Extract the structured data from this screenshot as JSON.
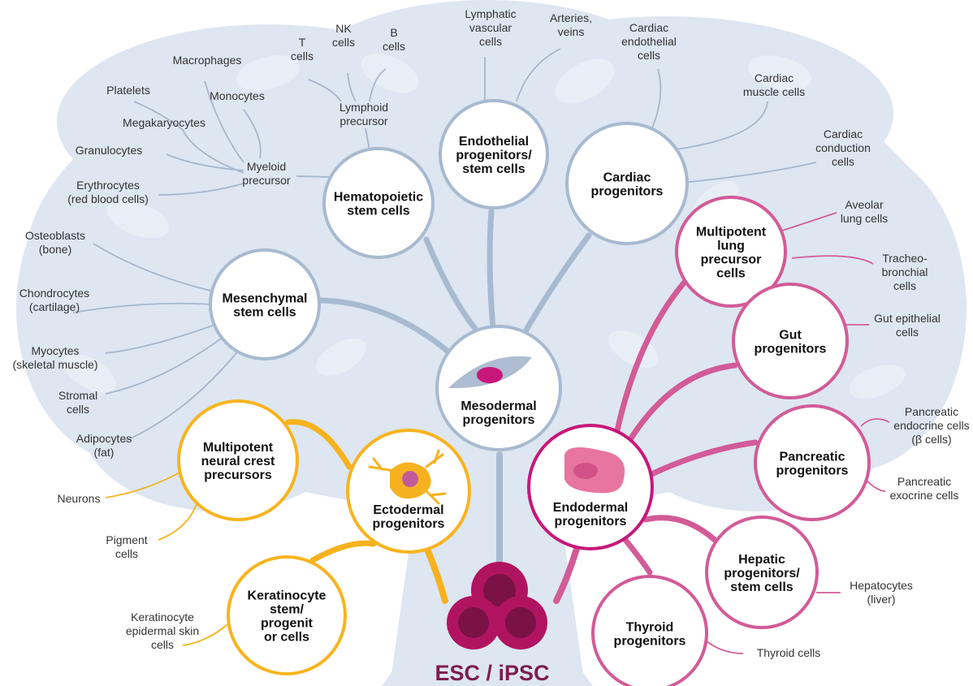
{
  "colors": {
    "background_tree": "#dde6f1",
    "tree_leaves": "#e9eff6",
    "mesoderm": "#a8bad0",
    "mesoderm_line": "#9fb3c9",
    "endoderm": "#d25b98",
    "endoderm_main": "#c8177a",
    "ectoderm": "#f7b41f",
    "esc": "#b01461",
    "esc_dark": "#7a1246",
    "root_label": "#7d1c4e"
  },
  "root": {
    "label": "ESC / iPSC"
  },
  "nodes": {
    "mesodermal": [
      "Mesodermal",
      "progenitors"
    ],
    "endodermal": [
      "Endodermal",
      "progenitors"
    ],
    "ectodermal": [
      "Ectodermal",
      "progenitors"
    ],
    "hematopoietic": [
      "Hematopoietic",
      "stem cells"
    ],
    "endothelial": [
      "Endothelial",
      "progenitors/",
      "stem cells"
    ],
    "cardiac": [
      "Cardiac",
      "progenitors"
    ],
    "mesenchymal": [
      "Mesenchymal",
      "stem cells"
    ],
    "lung": [
      "Multipotent",
      "lung",
      "precursor",
      "cells"
    ],
    "gut": [
      "Gut",
      "progenitors"
    ],
    "pancreatic": [
      "Pancreatic",
      "progenitors"
    ],
    "hepatic": [
      "Hepatic",
      "progenitors/",
      "stem cells"
    ],
    "thyroid": [
      "Thyroid",
      "progenitors"
    ],
    "neural_crest": [
      "Multipotent",
      "neural crest",
      "precursors"
    ],
    "keratinocyte": [
      "Keratinocyte",
      "stem/",
      "progenit",
      "or cells"
    ]
  },
  "intermediates": {
    "lymphoid": [
      "Lymphoid",
      "precursor"
    ],
    "myeloid": [
      "Myeloid",
      "precursor"
    ]
  },
  "leaves": {
    "t_cells": [
      "T",
      "cells"
    ],
    "nk_cells": [
      "NK",
      "cells"
    ],
    "b_cells": [
      "B",
      "cells"
    ],
    "macrophages": [
      "Macrophages"
    ],
    "monocytes": [
      "Monocytes"
    ],
    "platelets": [
      "Platelets"
    ],
    "megakaryocytes": [
      "Megakaryocytes"
    ],
    "granulocytes": [
      "Granulocytes"
    ],
    "erythrocytes": [
      "Erythrocytes",
      "(red blood cells)"
    ],
    "lymphatic": [
      "Lymphatic",
      "vascular",
      "cells"
    ],
    "arteries": [
      "Arteries,",
      "veins"
    ],
    "cardiac_endothelial": [
      "Cardiac",
      "endothelial",
      "cells"
    ],
    "cardiac_muscle": [
      "Cardiac",
      "muscle cells"
    ],
    "cardiac_conduction": [
      "Cardiac",
      "conduction",
      "cells"
    ],
    "osteoblasts": [
      "Osteoblasts",
      "(bone)"
    ],
    "chondrocytes": [
      "Chondrocytes",
      "(cartilage)"
    ],
    "myocytes": [
      "Myocytes",
      "(skeletal muscle)"
    ],
    "stromal": [
      "Stromal",
      "cells"
    ],
    "adipocytes": [
      "Adipocytes",
      "(fat)"
    ],
    "aveolar": [
      "Aveolar",
      "lung cells"
    ],
    "tracheo": [
      "Tracheo-",
      "bronchial",
      "cells"
    ],
    "gut_epithelial": [
      "Gut epithelial",
      "cells"
    ],
    "pancreatic_endocrine": [
      "Pancreatic",
      "endocrine cells",
      "(β cells)"
    ],
    "pancreatic_exocrine": [
      "Pancreatic",
      "exocrine cells"
    ],
    "hepatocytes": [
      "Hepatocytes",
      "(liver)"
    ],
    "thyroid_cells": [
      "Thyroid cells"
    ],
    "neurons": [
      "Neurons"
    ],
    "pigment": [
      "Pigment",
      "cells"
    ],
    "keratinocyte_skin": [
      "Keratinocyte",
      "epidermal skin",
      "cells"
    ]
  }
}
